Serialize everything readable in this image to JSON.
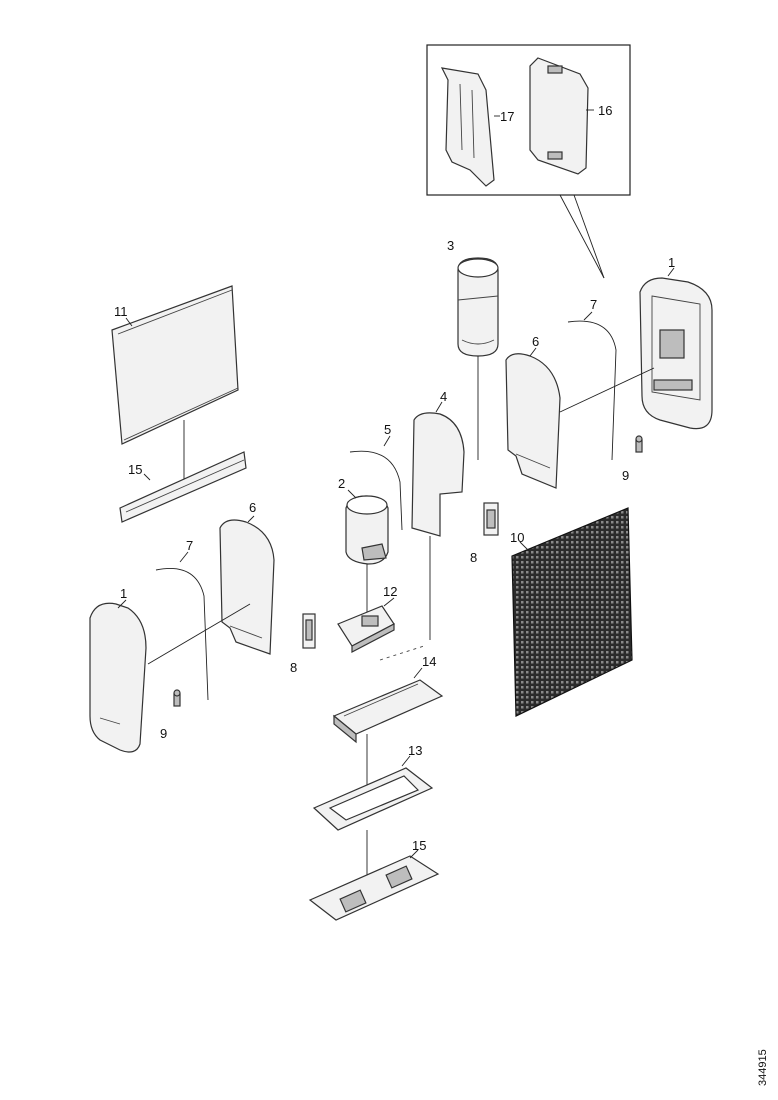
{
  "figure_id": "344915",
  "callouts": {
    "c1_right": "1",
    "c3": "3",
    "c7_right": "7",
    "c6_right": "6",
    "c9_right": "9",
    "c4": "4",
    "c5": "5",
    "c11": "11",
    "c15_top": "15",
    "c2": "2",
    "c8_center": "8",
    "c10": "10",
    "c6_left": "6",
    "c7_left": "7",
    "c1_left": "1",
    "c12": "12",
    "c8_left": "8",
    "c9_left": "9",
    "c14": "14",
    "c13": "13",
    "c15_bottom": "15",
    "c17": "17",
    "c16": "16"
  }
}
